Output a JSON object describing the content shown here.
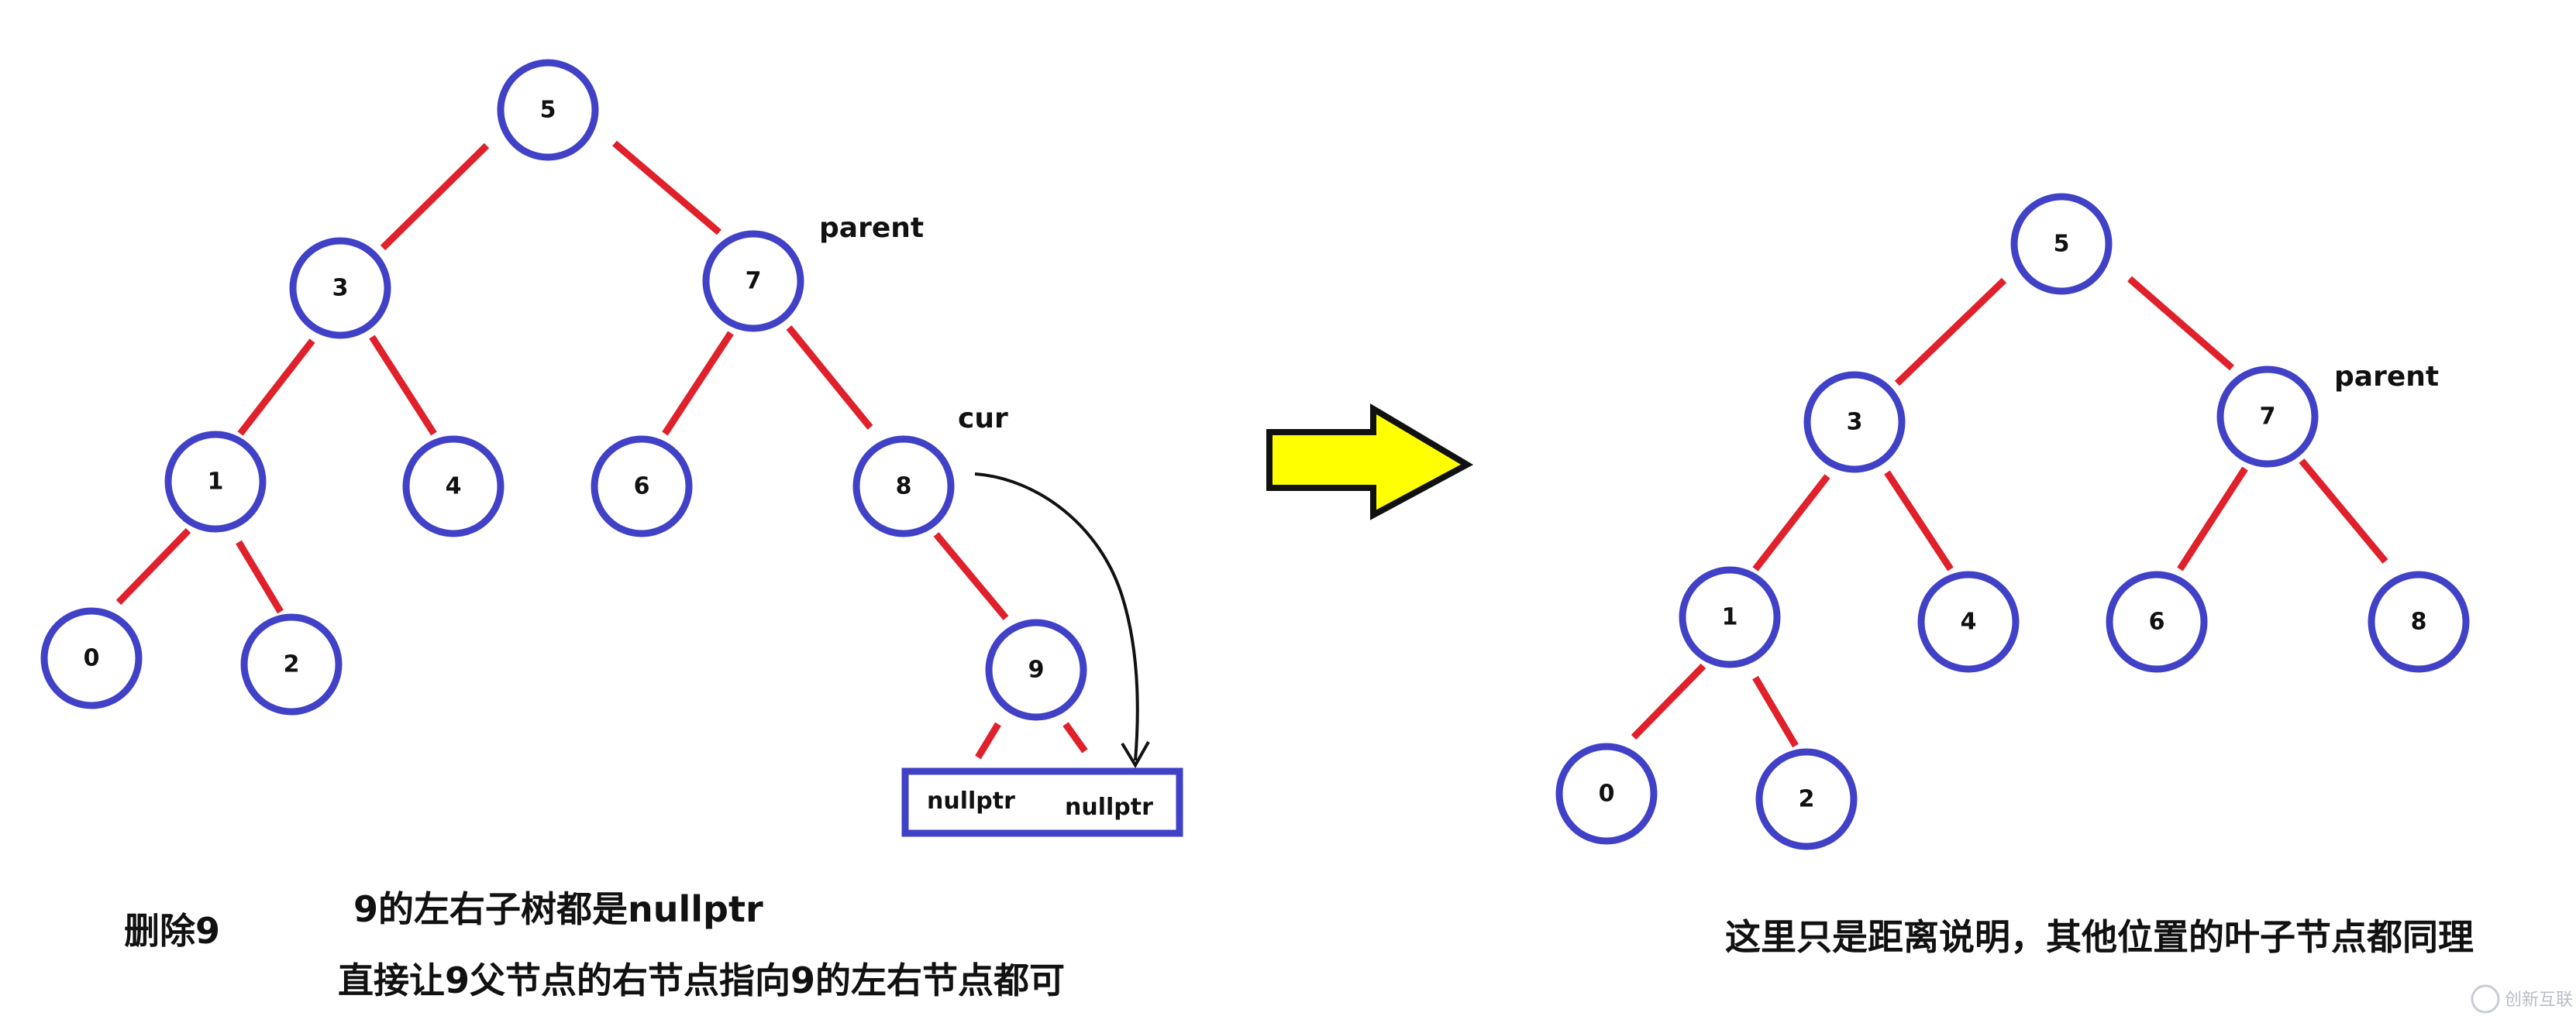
{
  "colors": {
    "node_stroke": "#4141c8",
    "edge": "#e0202a",
    "arrow_fill": "#ffff00",
    "text": "#111111"
  },
  "before_tree": {
    "nodes": [
      "5",
      "3",
      "7",
      "1",
      "4",
      "6",
      "8",
      "0",
      "2",
      "9"
    ],
    "parent_label": "parent",
    "cur_label": "cur",
    "null_left": "nullptr",
    "null_right": "nullptr"
  },
  "after_tree": {
    "nodes": [
      "5",
      "3",
      "7",
      "1",
      "4",
      "6",
      "8",
      "0",
      "2"
    ],
    "parent_label": "parent"
  },
  "captions": {
    "delete": "删除9",
    "subtrees": "9的左右子树都是nullptr",
    "direct": "直接让9父节点的右节点指向9的左右节点都可",
    "note": "这里只是距离说明，其他位置的叶子节点都同理"
  },
  "watermark": "创新互联"
}
